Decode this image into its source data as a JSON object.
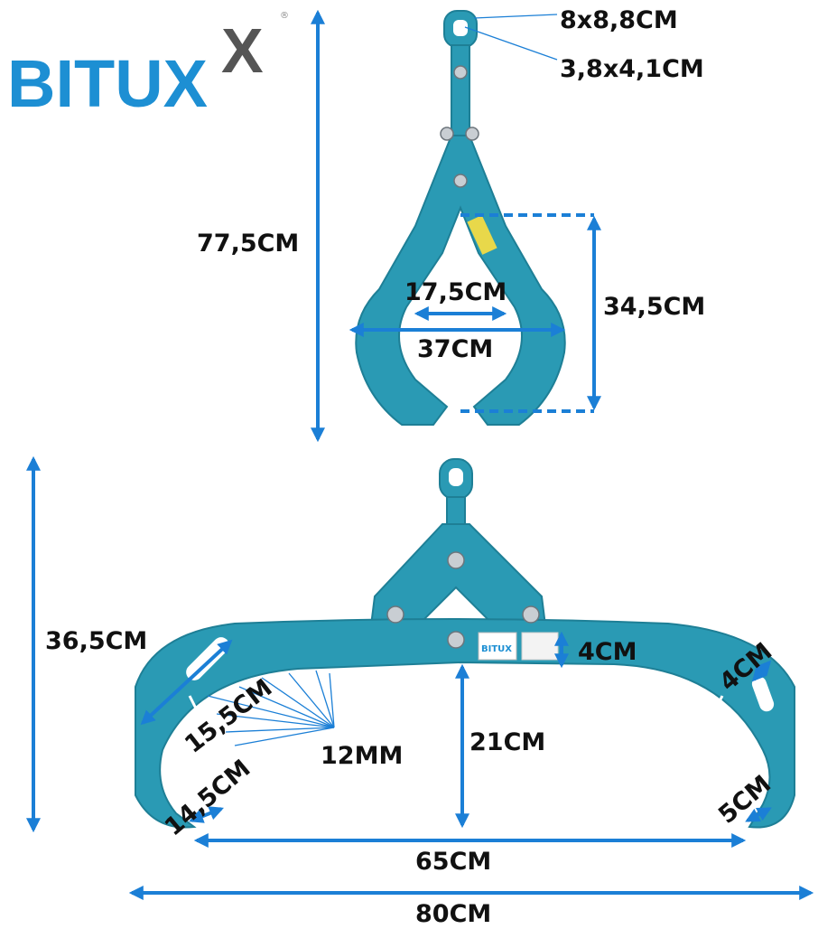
{
  "logo": {
    "text": "BITUX",
    "x_mark": "X",
    "registered": "®"
  },
  "colors": {
    "product": "#2a9ab4",
    "arrows": "#1b7fd6",
    "logo_blue": "#1d8fd3",
    "logo_gray": "#555555"
  },
  "top_view": {
    "ring_outer": "8x8,8CM",
    "ring_inner": "3,8x4,1CM",
    "total_height": "77,5CM",
    "inner_opening": "17,5CM",
    "outer_width": "37CM",
    "jaw_height": "34,5CM"
  },
  "bottom_view": {
    "total_height": "36,5CM",
    "arm_length": "15,5CM",
    "tooth_size": "12MM",
    "claw_length": "14,5CM",
    "inner_height": "21CM",
    "bar_height": "4CM",
    "slot_width": "4CM",
    "tip_width": "5CM",
    "inner_span": "65CM",
    "total_width": "80CM",
    "plate_label": "BITUX"
  }
}
